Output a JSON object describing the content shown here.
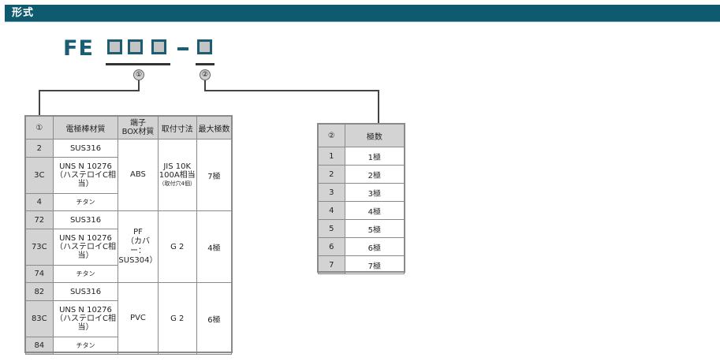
{
  "header": {
    "title": "形式"
  },
  "model_code": {
    "prefix": "FE",
    "dash": "-",
    "markers": [
      "①",
      "②"
    ]
  },
  "table1": {
    "headers": [
      "①",
      "電極棒材質",
      "端子\nBOX材質",
      "取付寸法",
      "最大極数"
    ],
    "groups": [
      {
        "rows": [
          {
            "code": "2",
            "material": "SUS316"
          },
          {
            "code": "3C",
            "material": "UNS N 10276\n（ハステロイC相当）"
          },
          {
            "code": "4",
            "material": "チタン"
          }
        ],
        "box_material": "ABS",
        "mounting_main": "JIS 10K\n100A相当",
        "mounting_note": "（取付穴4個）",
        "max_poles": "7極"
      },
      {
        "rows": [
          {
            "code": "72",
            "material": "SUS316"
          },
          {
            "code": "73C",
            "material": "UNS N 10276\n（ハステロイC相当）"
          },
          {
            "code": "74",
            "material": "チタン"
          }
        ],
        "box_material": "PF\n（カバー：\nSUS304）",
        "mounting_main": "G 2",
        "mounting_note": "",
        "max_poles": "4極"
      },
      {
        "rows": [
          {
            "code": "82",
            "material": "SUS316"
          },
          {
            "code": "83C",
            "material": "UNS N 10276\n（ハステロイC相当）"
          },
          {
            "code": "84",
            "material": "チタン"
          }
        ],
        "box_material": "PVC",
        "mounting_main": "G 2",
        "mounting_note": "",
        "max_poles": "6極"
      }
    ]
  },
  "table2": {
    "headers": [
      "②",
      "極数"
    ],
    "rows": [
      {
        "code": "1",
        "poles": "1極"
      },
      {
        "code": "2",
        "poles": "2極"
      },
      {
        "code": "3",
        "poles": "3極"
      },
      {
        "code": "4",
        "poles": "4極"
      },
      {
        "code": "5",
        "poles": "5極"
      },
      {
        "code": "6",
        "poles": "6極"
      },
      {
        "code": "7",
        "poles": "7極"
      }
    ]
  },
  "colors": {
    "header_bg": "#0f5a6e",
    "code_color": "#1b5e73",
    "cell_gray": "#d3d3d3",
    "border": "#8a8a8a"
  }
}
